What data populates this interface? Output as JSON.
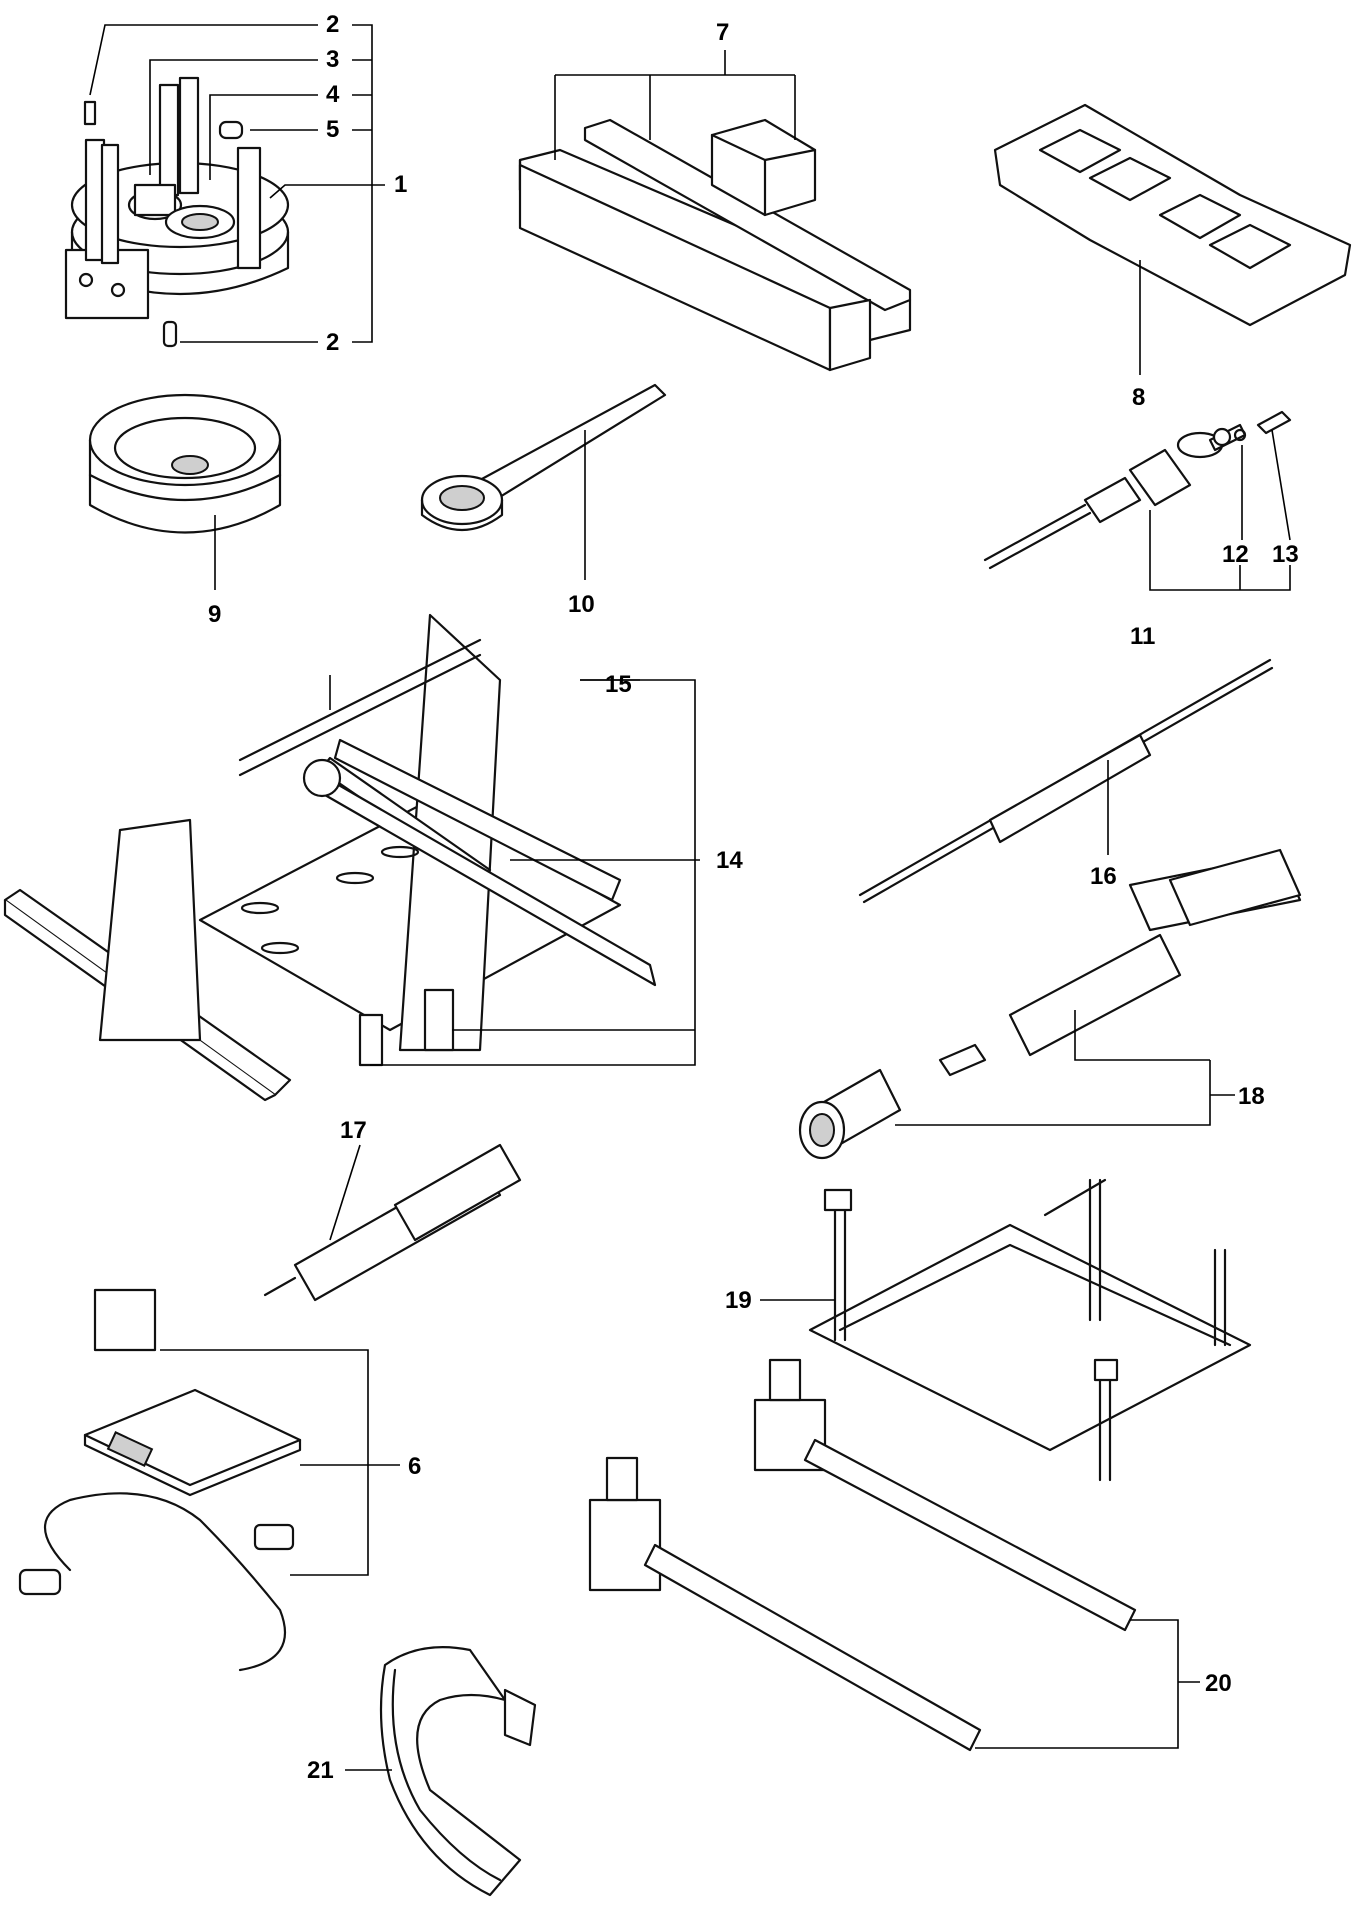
{
  "figure": {
    "type": "exploded tool parts illustration",
    "background": "#ffffff",
    "line_color": "#111111"
  },
  "callouts": {
    "c1": "1",
    "c2a": "2",
    "c2b": "2",
    "c3": "3",
    "c4": "4",
    "c5": "5",
    "c6": "6",
    "c7": "7",
    "c8": "8",
    "c9": "9",
    "c10": "10",
    "c11": "11",
    "c12": "12",
    "c13": "13",
    "c14": "14",
    "c15": "15",
    "c16": "16",
    "c17": "17",
    "c18": "18",
    "c19": "19",
    "c20": "20",
    "c21": "21"
  }
}
